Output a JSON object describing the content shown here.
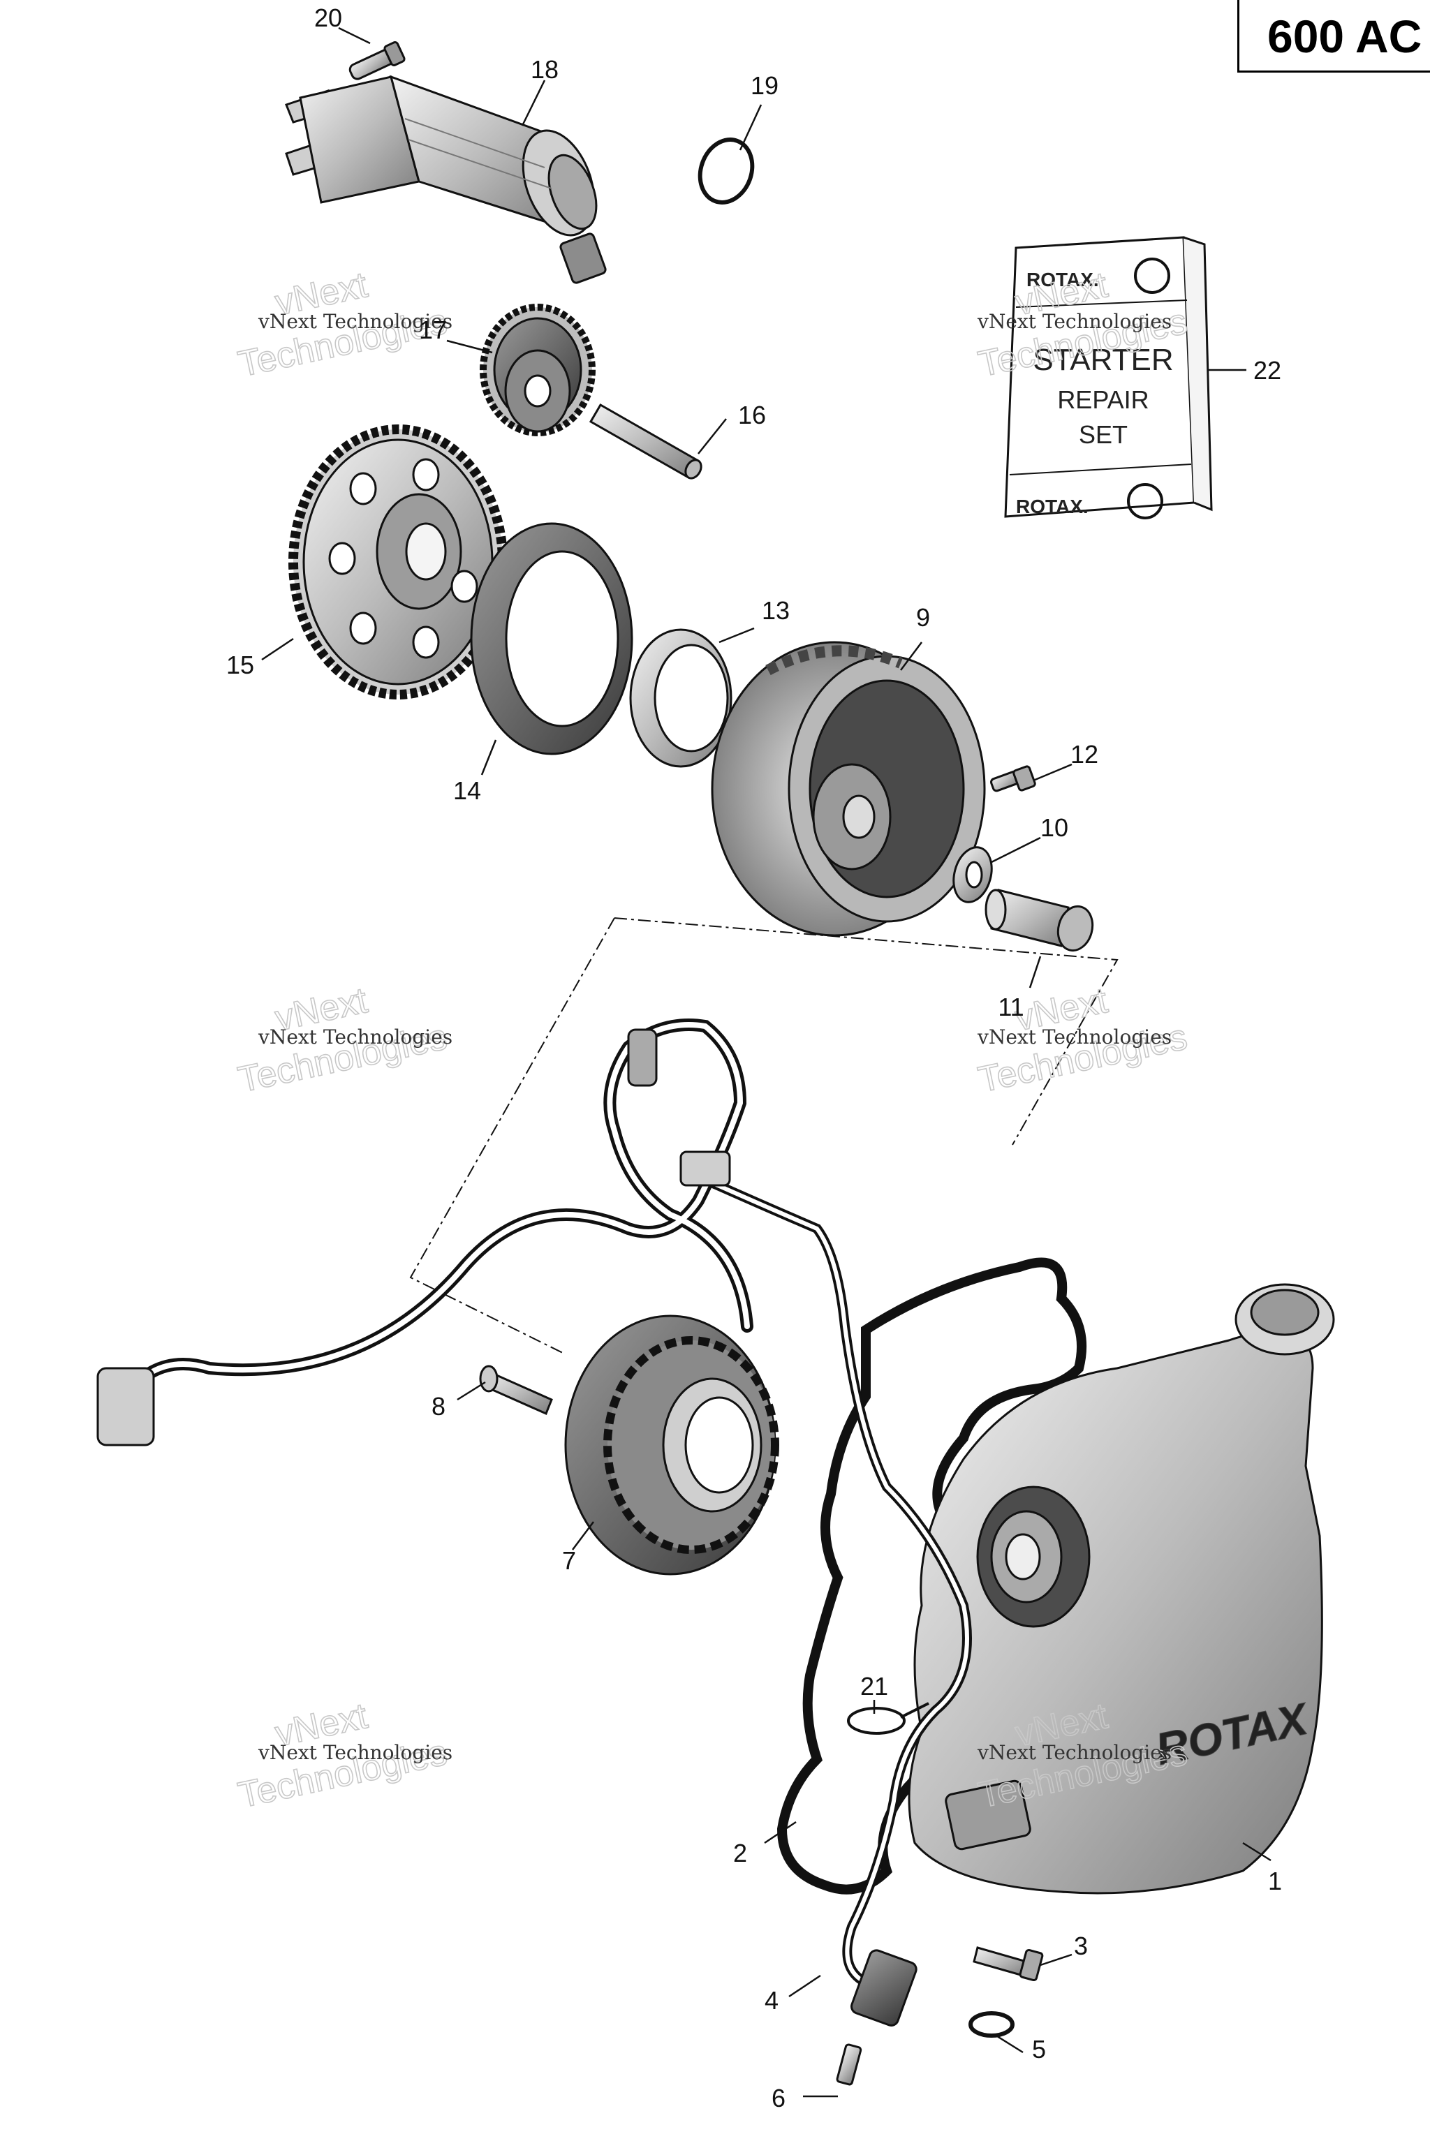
{
  "model_badge": "600 AC",
  "callouts": [
    "1",
    "2",
    "3",
    "4",
    "5",
    "6",
    "7",
    "8",
    "9",
    "10",
    "11",
    "12",
    "13",
    "14",
    "15",
    "16",
    "17",
    "18",
    "19",
    "20",
    "21",
    "22"
  ],
  "kit_label": {
    "brand": "ROTAX.",
    "line1": "STARTER",
    "line2": "REPAIR",
    "line3": "SET"
  },
  "watermark": {
    "line_top": "vNext",
    "line_small": "vNext Technologies",
    "line_big": "Technologies"
  },
  "cover_logo": "ROTAX",
  "colors": {
    "line": "#111111",
    "metal": "#d9d9d9",
    "dark": "#555555"
  }
}
